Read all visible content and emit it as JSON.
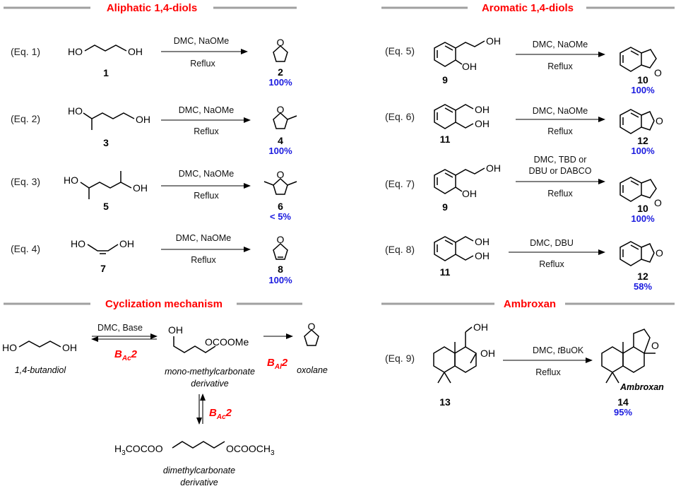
{
  "sections": {
    "aliphatic": "Aliphatic 1,4-diols",
    "aromatic": "Aromatic 1,4-diols",
    "mechanism": "Cyclization mechanism",
    "ambroxan": "Ambroxan"
  },
  "equations": {
    "eq1": "(Eq. 1)",
    "eq2": "(Eq. 2)",
    "eq3": "(Eq. 3)",
    "eq4": "(Eq. 4)",
    "eq5": "(Eq. 5)",
    "eq6": "(Eq. 6)",
    "eq7": "(Eq. 7)",
    "eq8": "(Eq. 8)",
    "eq9": "(Eq. 9)"
  },
  "conditions": {
    "dmc_naome": "DMC, NaOMe",
    "reflux": "Reflux",
    "dmc_tbd_line1": "DMC, TBD or",
    "dmc_tbd_line2": "DBU or DABCO",
    "dmc_dbu": "DMC, DBU",
    "dmc_tbuok_prefix": "DMC, ",
    "dmc_tbuok_t": "t",
    "dmc_tbuok_rest": "BuOK",
    "dmc_base": "DMC, Base"
  },
  "atoms": {
    "ho": "HO",
    "oh": "OH",
    "o": "O",
    "ococome": "OCOOMe"
  },
  "compounds": {
    "c1": "1",
    "c2": "2",
    "c3": "3",
    "c4": "4",
    "c5": "5",
    "c6": "6",
    "c7": "7",
    "c8": "8",
    "c9": "9",
    "c10": "10",
    "c11": "11",
    "c12": "12",
    "c13": "13",
    "c14": "14"
  },
  "yields": {
    "y2": "100%",
    "y4": "100%",
    "y6": "< 5%",
    "y8": "100%",
    "y10a": "100%",
    "y12a": "100%",
    "y10b": "100%",
    "y12b": "58%",
    "y14": "95%"
  },
  "mechanism": {
    "butandiol": "1,4-butandiol",
    "mono_line1": "mono-methylcarbonate",
    "mono_line2": "derivative",
    "oxolane": "oxolane",
    "di_line1": "dimethylcarbonate",
    "di_line2": "derivative",
    "bac": "B",
    "bac_sub": "Ac",
    "bac_num": "2",
    "bal": "B",
    "bal_sub": "Al",
    "bal_num": "2",
    "formula_a": "H",
    "formula_b": "3",
    "formula_c": "COCOO",
    "formula_d": "OCOOCH",
    "formula_e": "3"
  },
  "ambroxan_label": "Ambroxan"
}
